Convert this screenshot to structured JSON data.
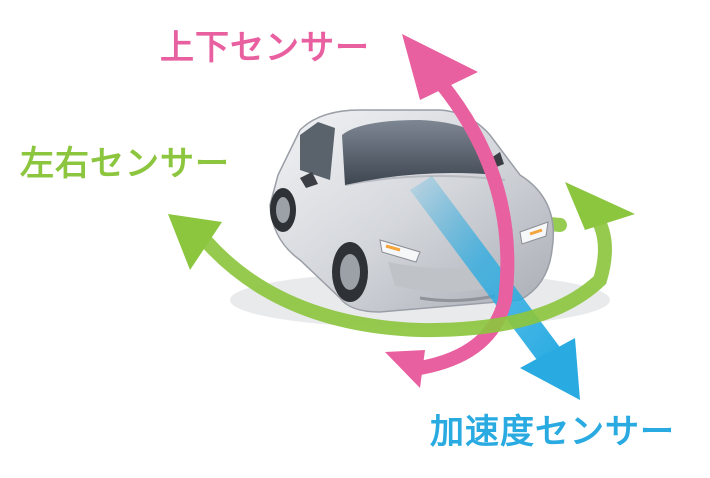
{
  "labels": {
    "vertical_sensor": "上下センサー",
    "lateral_sensor": "左右センサー",
    "acceleration_sensor": "加速度センサー"
  },
  "colors": {
    "vertical": "#e8609f",
    "lateral": "#8cc63f",
    "acceleration": "#29abe2",
    "car_body": "#d6d8dc",
    "background": "#ffffff"
  },
  "icons": {
    "car": "car-illustration",
    "vertical_arrow": "curved-double-arrow",
    "lateral_arrow": "curved-double-arrow",
    "acceleration_arrow": "straight-arrow"
  }
}
